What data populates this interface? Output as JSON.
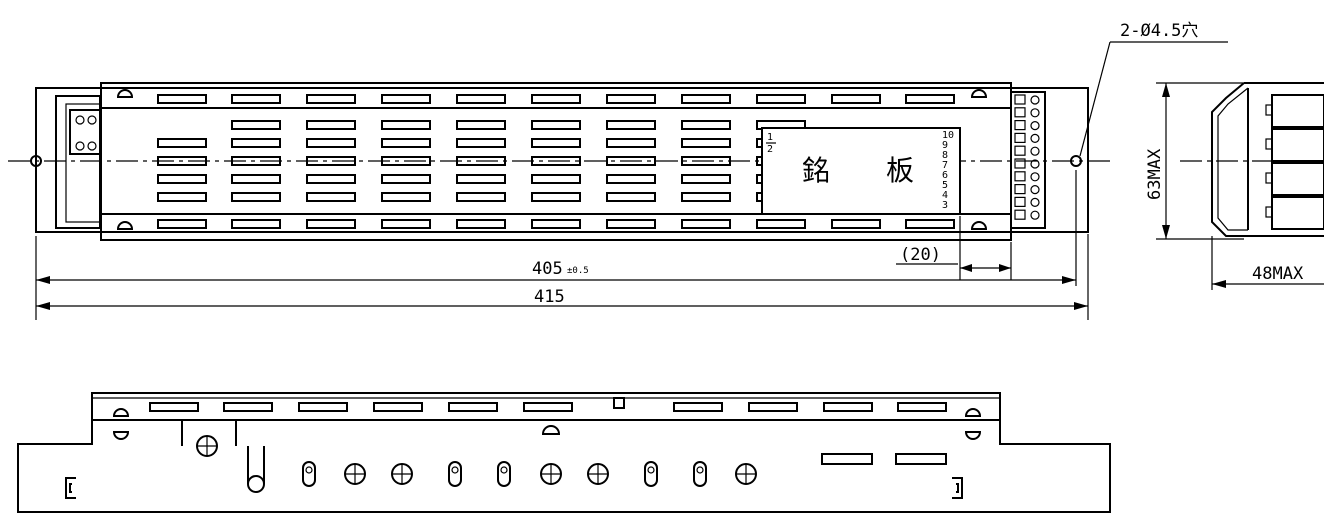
{
  "labels": {
    "hole_note": "2-Ø4.5穴",
    "height": "63MAX",
    "depth": "48MAX",
    "total_length": "415",
    "pitch_length": "405",
    "pitch_tolerance": "±0.5",
    "offset": "(20)",
    "nameplate": "銘　　板",
    "nameplate_left_top": "1",
    "nameplate_left_bottom": "2",
    "nameplate_right_numbers": [
      "10",
      "9",
      "8",
      "7",
      "6",
      "5",
      "4",
      "3"
    ]
  }
}
